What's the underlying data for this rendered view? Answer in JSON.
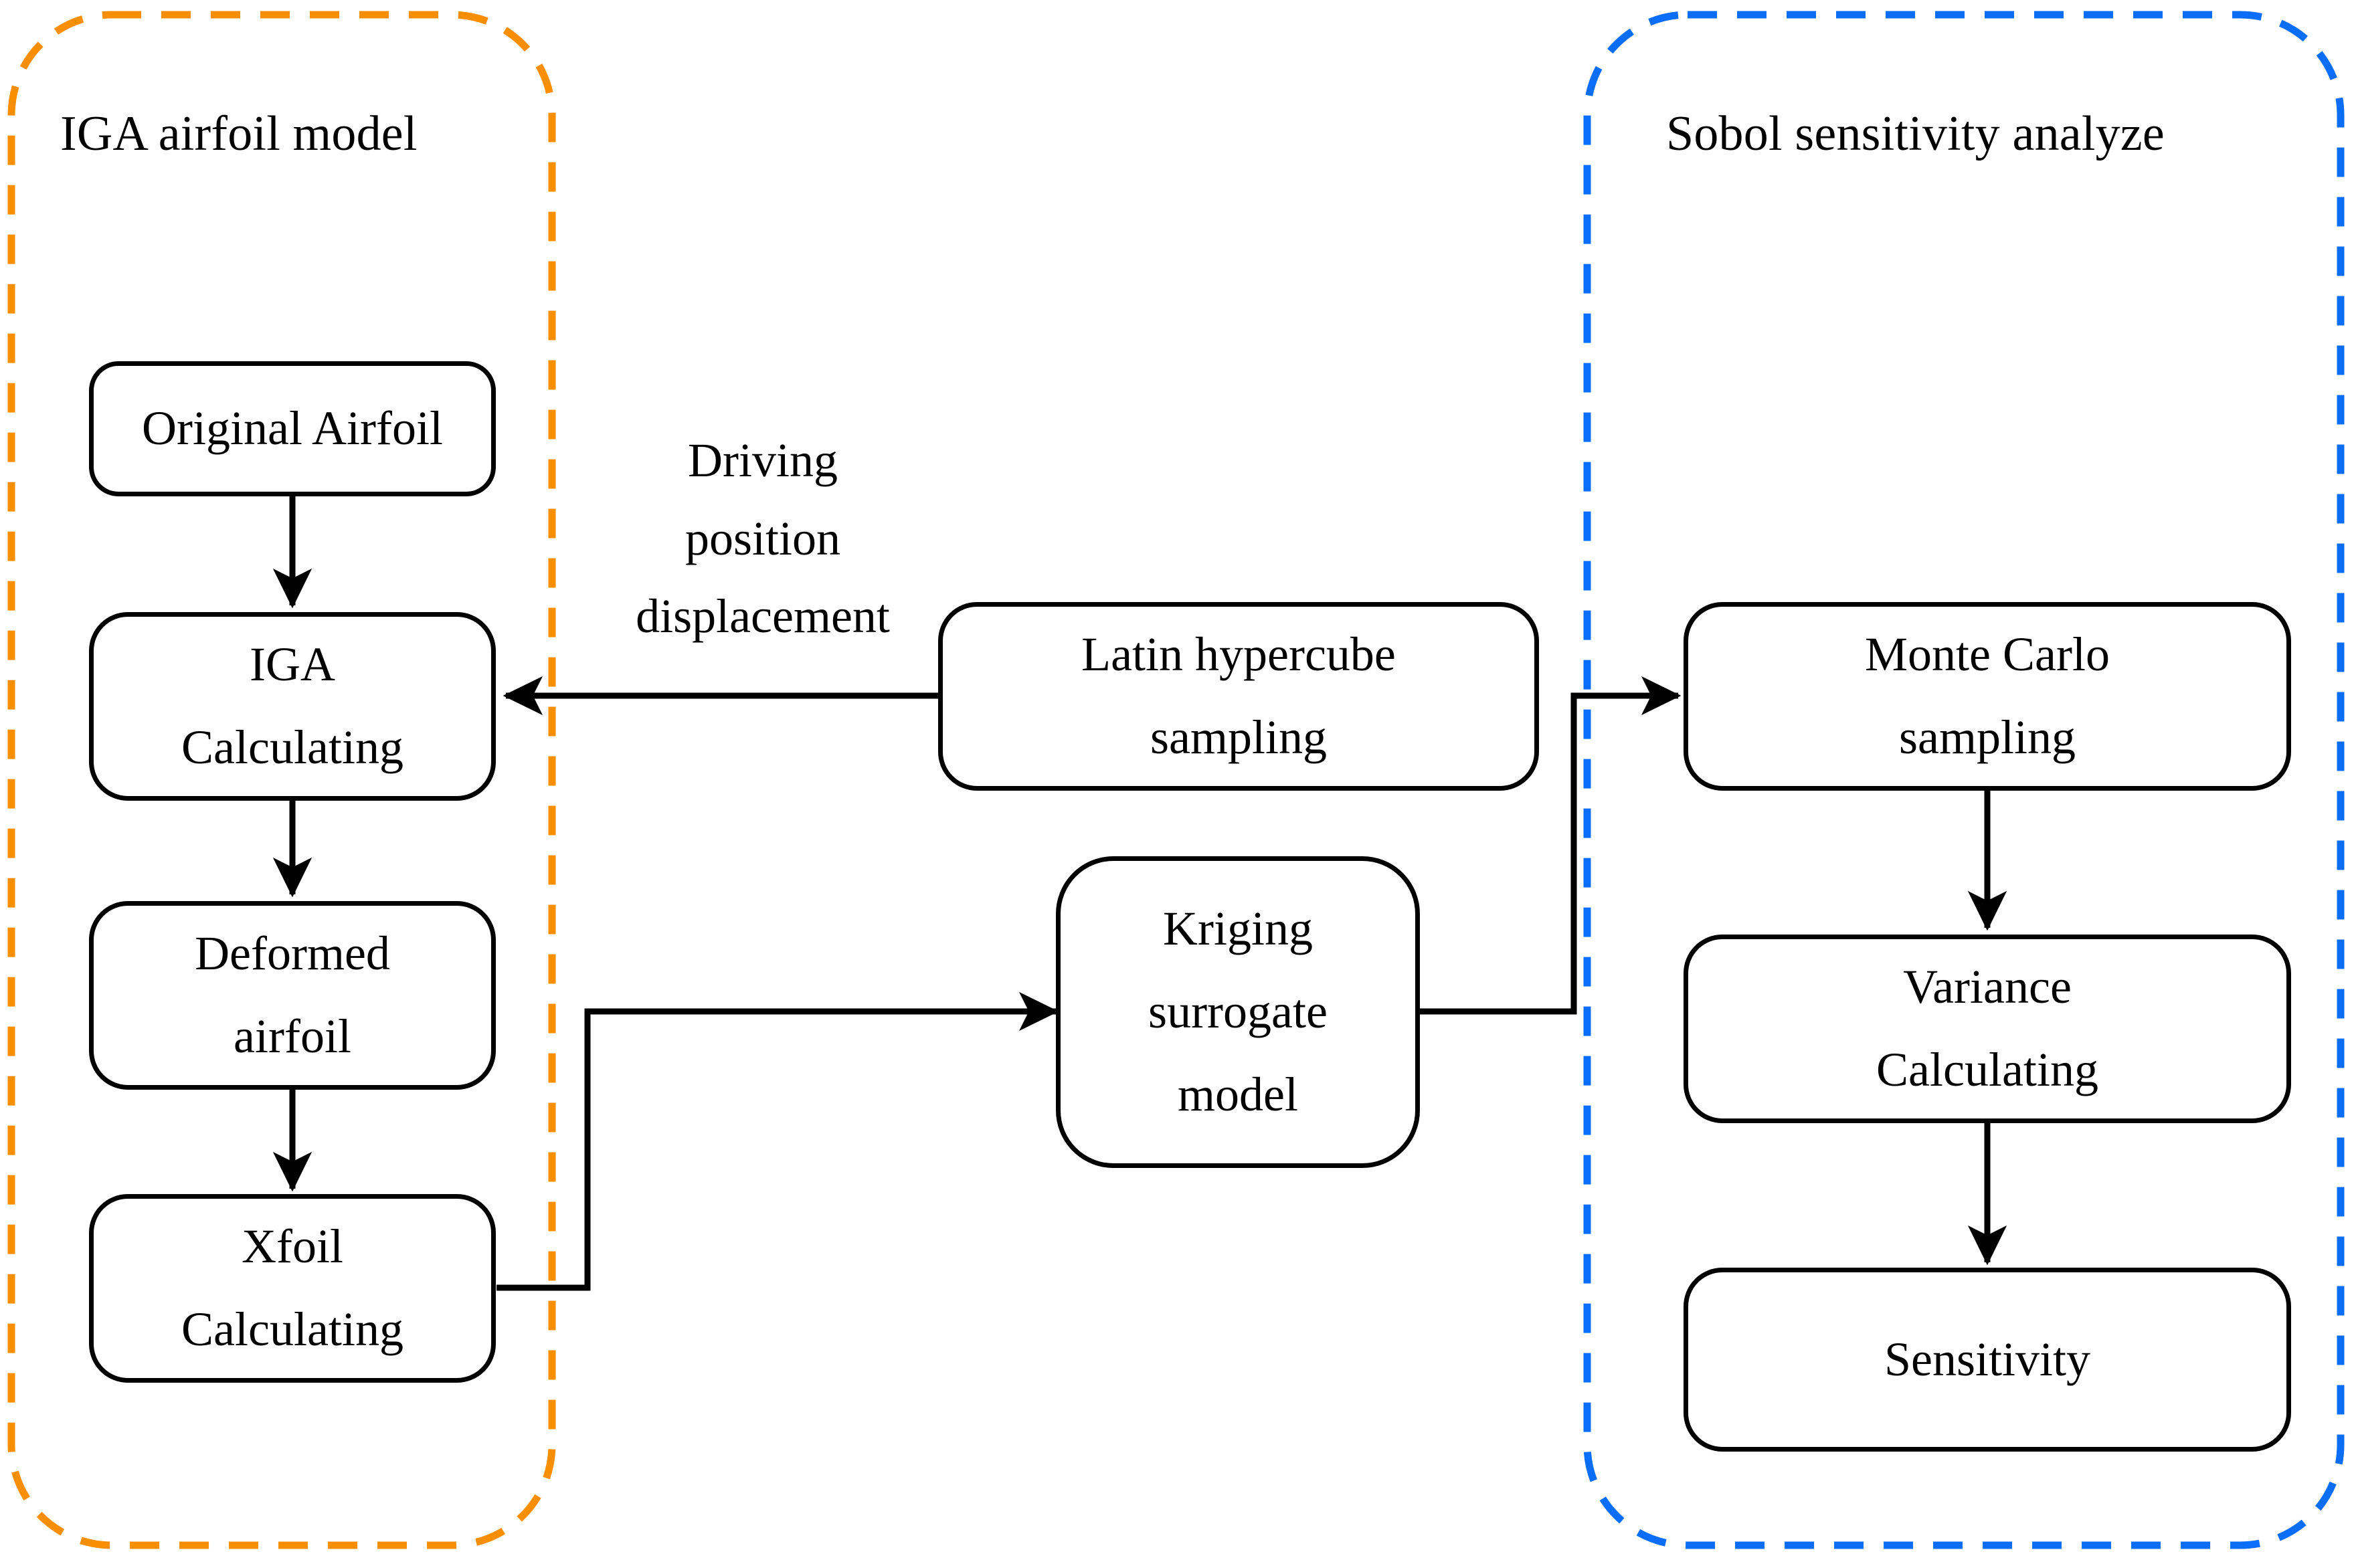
{
  "figure": {
    "type": "flowchart",
    "title": "IGA airfoil model and Sobol sensitivity analyze workflow",
    "background": "#ffffff"
  },
  "colors": {
    "group_left_border": "#F98E00",
    "group_right_border": "#0A6EFA",
    "node_border": "#000000",
    "node_fill": "#ffffff",
    "edge": "#000000",
    "text": "#000000"
  },
  "groups": [
    {
      "id": "iga-airfoil-model",
      "label": "IGA airfoil model",
      "border_color": "#F98E00",
      "border_style": "dashed"
    },
    {
      "id": "sobol-sensitivity-analyze",
      "label": "Sobol sensitivity analyze",
      "border_color": "#0A6EFA",
      "border_style": "dashed"
    }
  ],
  "nodes": [
    {
      "id": "original-airfoil",
      "lines": [
        "Original Airfoil"
      ]
    },
    {
      "id": "iga-calculating",
      "lines": [
        "IGA",
        "Calculating"
      ]
    },
    {
      "id": "deformed-airfoil",
      "lines": [
        "Deformed",
        "airfoil"
      ]
    },
    {
      "id": "xfoil-calculating",
      "lines": [
        "Xfoil",
        "Calculating"
      ]
    },
    {
      "id": "latin-hypercube-sampling",
      "lines": [
        "Latin hypercube",
        "sampling"
      ]
    },
    {
      "id": "kriging-surrogate-model",
      "lines": [
        "Kriging",
        "surrogate",
        "model"
      ]
    },
    {
      "id": "monte-carlo-sampling",
      "lines": [
        "Monte Carlo",
        "sampling"
      ]
    },
    {
      "id": "variance-calculating",
      "lines": [
        "Variance",
        "Calculating"
      ]
    },
    {
      "id": "sensitivity",
      "lines": [
        "Sensitivity"
      ]
    }
  ],
  "edge_labels": [
    {
      "id": "driving-position-displacement",
      "lines": [
        "Driving",
        "position",
        "displacement"
      ]
    }
  ],
  "edges": [
    {
      "from": "original-airfoil",
      "to": "iga-calculating",
      "arrow": true
    },
    {
      "from": "iga-calculating",
      "to": "deformed-airfoil",
      "arrow": true
    },
    {
      "from": "deformed-airfoil",
      "to": "xfoil-calculating",
      "arrow": true
    },
    {
      "from": "latin-hypercube-sampling",
      "to": "iga-calculating",
      "arrow": true,
      "label": "driving-position-displacement"
    },
    {
      "from": "xfoil-calculating",
      "to": "kriging-surrogate-model",
      "arrow": true
    },
    {
      "from": "kriging-surrogate-model",
      "to": "monte-carlo-sampling",
      "arrow": true
    },
    {
      "from": "monte-carlo-sampling",
      "to": "variance-calculating",
      "arrow": true
    },
    {
      "from": "variance-calculating",
      "to": "sensitivity",
      "arrow": true
    }
  ]
}
